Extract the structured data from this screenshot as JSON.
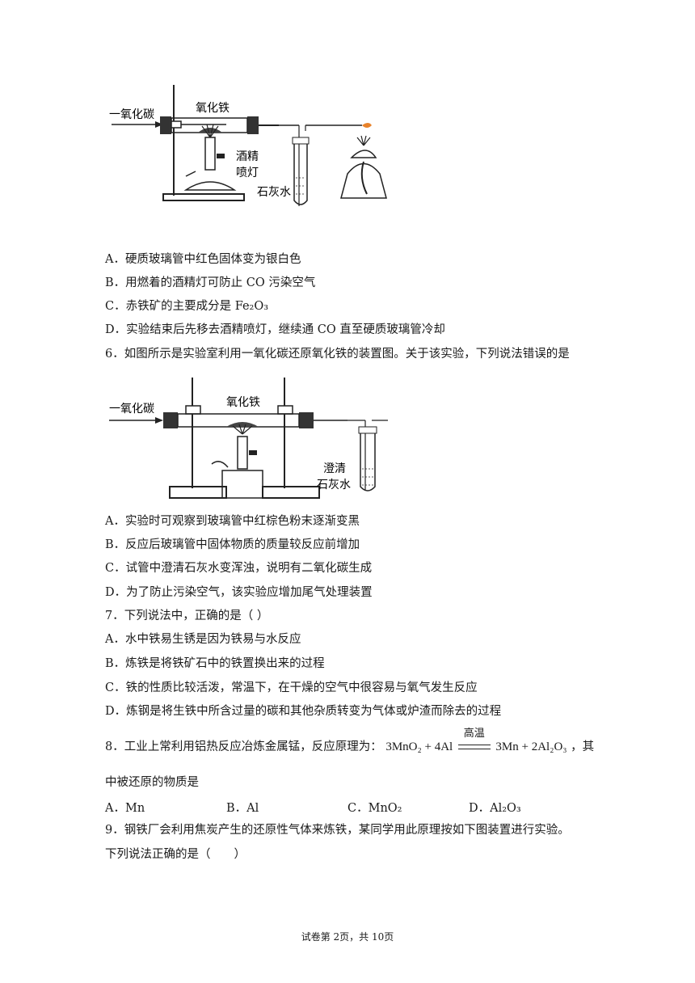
{
  "figure1": {
    "label_co": "一氧化碳",
    "label_oxide": "氧化铁",
    "label_lamp_1": "酒精",
    "label_lamp_2": "喷灯",
    "label_limewater": "石灰水"
  },
  "q5_options": [
    "A．硬质玻璃管中红色固体变为银白色",
    "B．用燃着的酒精灯可防止 CO 污染空气",
    "C．赤铁矿的主要成分是 Fe₂O₃",
    "D．实验结束后先移去酒精喷灯，继续通 CO 直至硬质玻璃管冷却"
  ],
  "q6": {
    "stem": "6．如图所示是实验室利用一氧化碳还原氧化铁的装置图。关于该实验，下列说法错误的是",
    "options": [
      "A．实验时可观察到玻璃管中红棕色粉末逐渐变黑",
      "B．反应后玻璃管中固体物质的质量较反应前增加",
      "C．试管中澄清石灰水变浑浊，说明有二氧化碳生成",
      "D．为了防止污染空气，该实验应增加尾气处理装置"
    ]
  },
  "figure2": {
    "label_co": "一氧化碳",
    "label_oxide": "氧化铁",
    "label_limewater_1": "澄清",
    "label_limewater_2": "石灰水"
  },
  "q7": {
    "stem": "7．下列说法中，正确的是（ ）",
    "options": [
      "A．水中铁易生锈是因为铁易与水反应",
      "B．炼铁是将铁矿石中的铁置换出来的过程",
      "C．铁的性质比较活泼，常温下，在干燥的空气中很容易与氧气发生反应",
      "D．炼钢是将生铁中所含过量的碳和其他杂质转变为气体或炉渣而除去的过程"
    ]
  },
  "q8": {
    "stem_prefix": "8．工业上常利用铝热反应冶炼金属锰，反应原理为：",
    "equation_left": "3MnO₂ + 4Al",
    "condition": "高温",
    "equation_right": "3Mn + 2Al₂O₃",
    "stem_suffix": "，其",
    "stem_line2": "中被还原的物质是",
    "options": [
      "A．Mn",
      "B．Al",
      "C．MnO₂",
      "D．Al₂O₃"
    ]
  },
  "q9": {
    "stem_line1": "9．钢铁厂会利用焦炭产生的还原性气体来炼铁，某同学用此原理按如下图装置进行实验。",
    "stem_line2": "下列说法正确的是（　　）"
  },
  "footer": "试卷第 2页，共 10页"
}
